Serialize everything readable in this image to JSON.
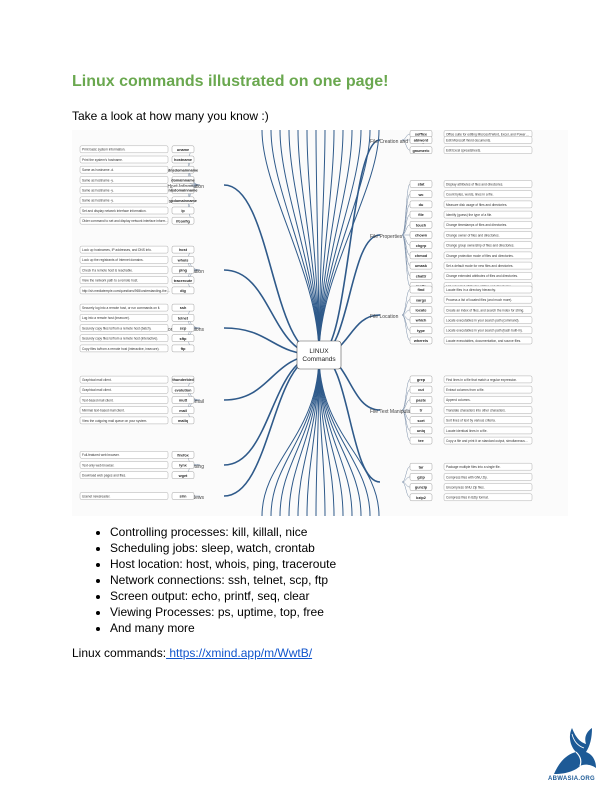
{
  "title": "Linux commands illustrated on one page!",
  "intro": "Take a look at how many you know :)",
  "mindmap": {
    "center": [
      "LINUX",
      "Commands"
    ],
    "branches_left": [
      {
        "label": "Host Information",
        "items": [
          {
            "cmd": "uname",
            "desc": "Print basic system information."
          },
          {
            "cmd": "hostname",
            "desc": "Print the system's hostname."
          },
          {
            "cmd": "dnsdomainname",
            "desc": "Same as hostname -d."
          },
          {
            "cmd": "domainname",
            "desc": "Same as hostname -y."
          },
          {
            "cmd": "nisdomainname",
            "desc": "Same as hostname -y."
          },
          {
            "cmd": "ypdomainname",
            "desc": "Same as hostname -y."
          },
          {
            "cmd": "ip",
            "desc": "Set and display network interface information."
          },
          {
            "cmd": "ifconfig",
            "desc": "Older command to set and display network interface information."
          }
        ]
      },
      {
        "label": "Host Location",
        "items": [
          {
            "cmd": "host",
            "desc": "Look up hostnames, IP addresses, and DNS info."
          },
          {
            "cmd": "whois",
            "desc": "Look up the registrants of Internet domains."
          },
          {
            "cmd": "ping",
            "desc": "Check if a remote host is reachable."
          },
          {
            "cmd": "traceroute",
            "desc": "View the network path to a remote host."
          },
          {
            "cmd": "dig",
            "desc": "http://sh.mediatemple.com/questions/965/understanding-the-dig-command"
          }
        ]
      },
      {
        "label": "Network Connections",
        "items": [
          {
            "cmd": "ssh",
            "desc": "Securely log into a remote host, or run commands on it."
          },
          {
            "cmd": "telnet",
            "desc": "Log into a remote host (insecure)."
          },
          {
            "cmd": "scp",
            "desc": "Securely copy files to/from a remote host (batch)."
          },
          {
            "cmd": "sftp",
            "desc": "Securely copy files to/from a remote host (interactive)."
          },
          {
            "cmd": "ftp",
            "desc": "Copy files to/from a remote host (interactive, insecure)."
          }
        ]
      },
      {
        "label": "Email",
        "items": [
          {
            "cmd": "thunderbird",
            "desc": "Graphical mail client."
          },
          {
            "cmd": "evolution",
            "desc": "Graphical mail client."
          },
          {
            "cmd": "mutt",
            "desc": "Text-based mail client."
          },
          {
            "cmd": "mail",
            "desc": "Minimal text-based mail client."
          },
          {
            "cmd": "mailq",
            "desc": "View the outgoing mail queue on your system."
          }
        ]
      },
      {
        "label": "Web Browsing",
        "items": [
          {
            "cmd": "firefox",
            "desc": "Full-featured web browser."
          },
          {
            "cmd": "lynx",
            "desc": "Text-only web browser."
          },
          {
            "cmd": "wget",
            "desc": "Download web pages and files."
          }
        ]
      },
      {
        "label": "Usenet News",
        "items": [
          {
            "cmd": "slrn",
            "desc": "Usenet newsreader."
          }
        ]
      }
    ],
    "branches_right": [
      {
        "label": "File Creation and Editing",
        "items": [
          {
            "cmd": "soffice",
            "desc": "Office suite for editing Microsoft Word, Excel, and PowerPoint documents."
          },
          {
            "cmd": "abiword",
            "desc": "Edit Microsoft Word documents."
          },
          {
            "cmd": "gnumeric",
            "desc": "Edit Excel spreadsheets."
          }
        ]
      },
      {
        "label": "File Properties",
        "items": [
          {
            "cmd": "stat",
            "desc": "Display attributes of files and directories."
          },
          {
            "cmd": "wc",
            "desc": "Count bytes, words, lines in a file."
          },
          {
            "cmd": "du",
            "desc": "Measure disk usage of files and directories."
          },
          {
            "cmd": "file",
            "desc": "Identify (guess) the type of a file."
          },
          {
            "cmd": "touch",
            "desc": "Change timestamps of files and directories."
          },
          {
            "cmd": "chown",
            "desc": "Change owner of files and directories."
          },
          {
            "cmd": "chgrp",
            "desc": "Change group ownership of files and directories."
          },
          {
            "cmd": "chmod",
            "desc": "Change protection mode of files and directories."
          },
          {
            "cmd": "umask",
            "desc": "Set a default mode for new files and directories."
          },
          {
            "cmd": "chattr",
            "desc": "Change extended attributes of files and directories."
          },
          {
            "cmd": "lsattr",
            "desc": "List extended attributes of files and directories."
          }
        ]
      },
      {
        "label": "File Location",
        "items": [
          {
            "cmd": "find",
            "desc": "Locate files in a directory hierarchy."
          },
          {
            "cmd": "xargs",
            "desc": "Process a list of located files (and much more)."
          },
          {
            "cmd": "locate",
            "desc": "Create an index of files, and search the index for string."
          },
          {
            "cmd": "which",
            "desc": "Locate executables in your search path (command)."
          },
          {
            "cmd": "type",
            "desc": "Locate executables in your search path (bash built-in)."
          },
          {
            "cmd": "whereis",
            "desc": "Locate executables, documentation, and source files."
          }
        ]
      },
      {
        "label": "File Text Manipulation",
        "items": [
          {
            "cmd": "grep",
            "desc": "Find lines in a file that match a regular expression."
          },
          {
            "cmd": "cut",
            "desc": "Extract columns from a file."
          },
          {
            "cmd": "paste",
            "desc": "Append columns."
          },
          {
            "cmd": "tr",
            "desc": "Translate characters into other characters."
          },
          {
            "cmd": "sort",
            "desc": "Sort lines of text by various criteria."
          },
          {
            "cmd": "uniq",
            "desc": "Locate identical lines in a file."
          },
          {
            "cmd": "tee",
            "desc": "Copy a file and print it on standard output, simultaneously."
          }
        ]
      },
      {
        "label": "",
        "items": [
          {
            "cmd": "tar",
            "desc": "Package multiple files into a single file."
          },
          {
            "cmd": "gzip",
            "desc": "Compress files with GNU Zip."
          },
          {
            "cmd": "gunzip",
            "desc": "Uncompress GNU Zip files."
          },
          {
            "cmd": "bzip2",
            "desc": "Compress files in BZip format."
          }
        ]
      }
    ]
  },
  "bullets": [
    "Controlling processes: kill, killall, nice",
    "Scheduling jobs: sleep, watch, crontab",
    "Host location: host, whois, ping, traceroute",
    "Network connections: ssh, telnet, scp, ftp",
    "Screen output: echo, printf, seq, clear",
    "Viewing Processes: ps, uptime, top, free",
    "And many more"
  ],
  "link_label": "Linux commands:",
  "link_url": " https://xmind.app/m/WwtB/",
  "watermark": "ABWASIA.ORG",
  "colors": {
    "title": "#6aa84f",
    "link": "#1155cc",
    "branch": "#2f5a8a",
    "logo": "#1d5a96"
  }
}
